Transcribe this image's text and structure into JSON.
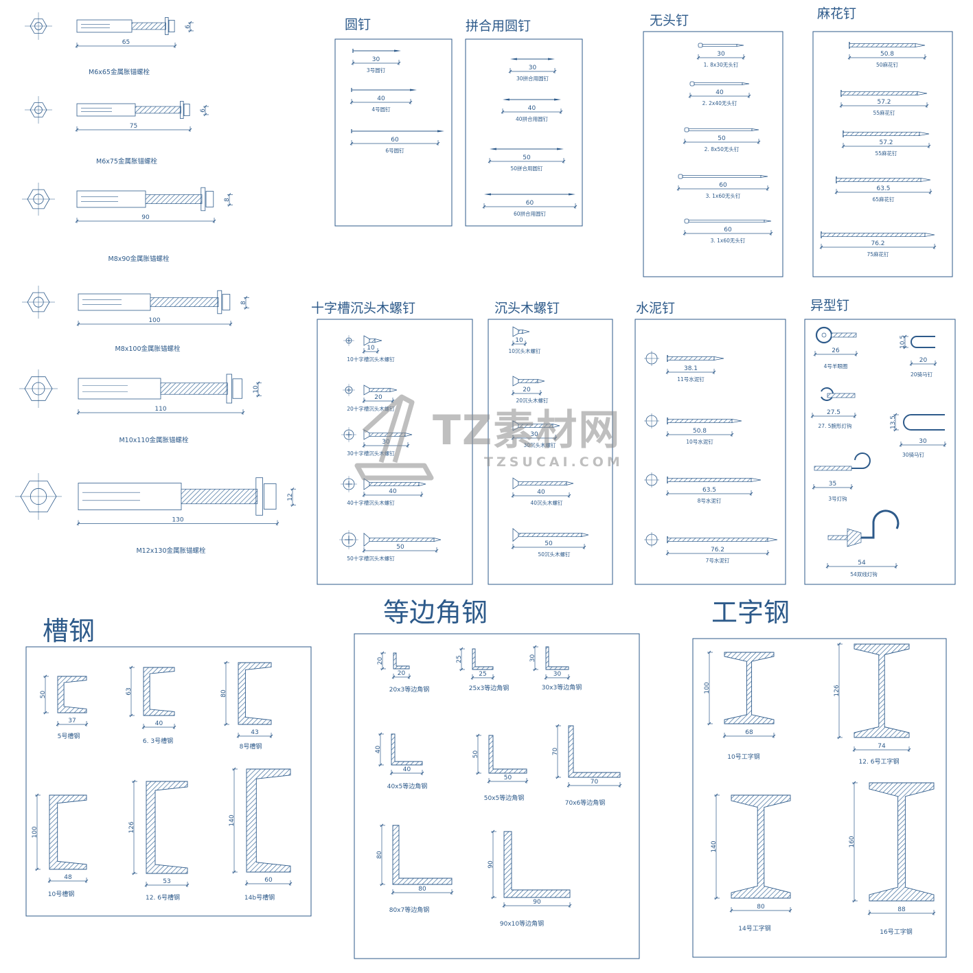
{
  "colors": {
    "line": "#2d5a8a",
    "title": "#2d5a8a",
    "hatch": "#3a6a9a",
    "watermark": "#8c8c8c"
  },
  "anchors": {
    "items": [
      {
        "dim": "65",
        "size": "6",
        "label": "M6x65金属胀锚螺栓"
      },
      {
        "dim": "75",
        "size": "6",
        "label": "M6x75金属胀锚螺栓"
      },
      {
        "dim": "90",
        "size": "8",
        "label": "M8x90金属胀锚螺栓"
      },
      {
        "dim": "100",
        "size": "8",
        "label": "M8x100金属胀锚螺栓"
      },
      {
        "dim": "110",
        "size": "10",
        "label": "M10x110金属胀锚螺栓"
      },
      {
        "dim": "130",
        "size": "12",
        "label": "M12x130金属胀锚螺栓"
      }
    ]
  },
  "round_nails": {
    "title": "圆钉",
    "items": [
      {
        "dim": "30",
        "label": "3号圆钉"
      },
      {
        "dim": "40",
        "label": "4号圆钉"
      },
      {
        "dim": "60",
        "label": "6号圆钉"
      }
    ]
  },
  "joint_nails": {
    "title": "拼合用圆钉",
    "items": [
      {
        "dim": "30",
        "label": "30拼合用圆钉"
      },
      {
        "dim": "40",
        "label": "40拼合用圆钉"
      },
      {
        "dim": "50",
        "label": "50拼合用圆钉"
      },
      {
        "dim": "60",
        "label": "60拼合用圆钉"
      }
    ]
  },
  "headless_nails": {
    "title": "无头钉",
    "items": [
      {
        "dim": "30",
        "label": "1. 8x30无头钉"
      },
      {
        "dim": "40",
        "label": "2. 2x40无头钉"
      },
      {
        "dim": "50",
        "label": "2. 8x50无头钉"
      },
      {
        "dim": "60",
        "label": "3. 1x60无头钉"
      },
      {
        "dim": "60",
        "label": "3. 1x60无头钉"
      }
    ]
  },
  "twist_nails": {
    "title": "麻花钉",
    "items": [
      {
        "dim": "50.8",
        "label": "50麻花钉"
      },
      {
        "dim": "57.2",
        "label": "55麻花钉"
      },
      {
        "dim": "57.2",
        "label": "55麻花钉"
      },
      {
        "dim": "63.5",
        "label": "65麻花钉"
      },
      {
        "dim": "76.2",
        "label": "75麻花钉"
      }
    ]
  },
  "cross_screws": {
    "title": "十字槽沉头木螺钉",
    "items": [
      {
        "dim": "10",
        "label": "10十字槽沉头木螺钉"
      },
      {
        "dim": "20",
        "label": "20十字槽沉头木螺钉"
      },
      {
        "dim": "30",
        "label": "30十字槽沉头木螺钉"
      },
      {
        "dim": "40",
        "label": "40十字槽沉头木螺钉"
      },
      {
        "dim": "50",
        "label": "50十字槽沉头木螺钉"
      }
    ]
  },
  "slot_screws": {
    "title": "沉头木螺钉",
    "items": [
      {
        "dim": "10",
        "label": "10沉头木螺钉"
      },
      {
        "dim": "20",
        "label": "20沉头木螺钉"
      },
      {
        "dim": "30",
        "label": "30沉头木螺钉"
      },
      {
        "dim": "40",
        "label": "40沉头木螺钉"
      },
      {
        "dim": "50",
        "label": "50沉头木螺钉"
      }
    ]
  },
  "cement_nails": {
    "title": "水泥钉",
    "items": [
      {
        "dim": "38.1",
        "label": "11号水泥钉"
      },
      {
        "dim": "50.8",
        "label": "10号水泥钉"
      },
      {
        "dim": "63.5",
        "label": "8号水泥钉"
      },
      {
        "dim": "76.2",
        "label": "7号水泥钉"
      }
    ]
  },
  "special_nails": {
    "title": "异型钉",
    "items": [
      {
        "dim": "26",
        "label": "4号羊眼圈"
      },
      {
        "dim": "20",
        "extra": "10.5",
        "label": "20骑马钉"
      },
      {
        "dim": "27.5",
        "label": "27. 5腕形灯钩"
      },
      {
        "dim": "30",
        "extra": "13.5",
        "label": "30骑马钉"
      },
      {
        "dim": "35",
        "label": "3号灯钩"
      },
      {
        "dim": "54",
        "label": "54双线灯钩"
      }
    ]
  },
  "channel": {
    "title": "槽钢",
    "items": [
      {
        "h": "50",
        "w": "37",
        "label": "5号槽钢"
      },
      {
        "h": "63",
        "w": "40",
        "label": "6. 3号槽钢"
      },
      {
        "h": "80",
        "w": "43",
        "label": "8号槽钢"
      },
      {
        "h": "100",
        "w": "48",
        "label": "10号槽钢"
      },
      {
        "h": "126",
        "w": "53",
        "label": "12. 6号槽钢"
      },
      {
        "h": "140",
        "w": "60",
        "label": "14b号槽钢"
      }
    ]
  },
  "angle": {
    "title": "等边角钢",
    "items": [
      {
        "h": "20",
        "w": "20",
        "label": "20x3等边角钢"
      },
      {
        "h": "25",
        "w": "25",
        "label": "25x3等边角钢"
      },
      {
        "h": "30",
        "w": "30",
        "label": "30x3等边角钢"
      },
      {
        "h": "40",
        "w": "40",
        "label": "40x5等边角钢"
      },
      {
        "h": "50",
        "w": "50",
        "label": "50x5等边角钢"
      },
      {
        "h": "70",
        "w": "70",
        "label": "70x6等边角钢"
      },
      {
        "h": "80",
        "w": "80",
        "label": "80x7等边角钢"
      },
      {
        "h": "90",
        "w": "90",
        "label": "90x10等边角钢"
      }
    ]
  },
  "ibeam": {
    "title": "工字钢",
    "items": [
      {
        "h": "100",
        "w": "68",
        "label": "10号工字钢"
      },
      {
        "h": "126",
        "w": "74",
        "label": "12. 6号工字钢"
      },
      {
        "h": "140",
        "w": "80",
        "label": "14号工字钢"
      },
      {
        "h": "160",
        "w": "88",
        "label": "16号工字钢"
      }
    ]
  },
  "watermark": {
    "brand": "TZ素材网",
    "site": "TZSUCAI.COM"
  }
}
